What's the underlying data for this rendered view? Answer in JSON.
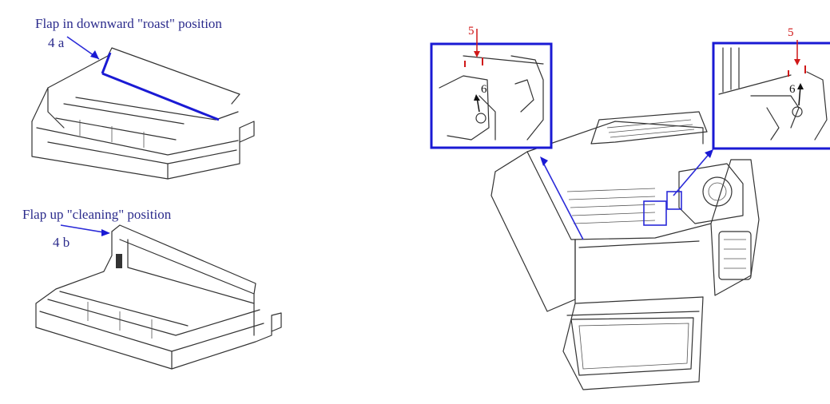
{
  "left": {
    "caption_roast": "Flap in downward \"roast\" position",
    "label_4a": "4 a",
    "caption_cleaning": "Flap up \"cleaning\" position",
    "label_4b": "4 b"
  },
  "right": {
    "left_inset": {
      "label_5": "5",
      "label_6": "6"
    },
    "right_inset": {
      "label_5": "5",
      "label_6": "6"
    }
  },
  "colors": {
    "caption_blue": "#2b2b8c",
    "highlight_blue": "#1a1ad4",
    "marker_red": "#d01818"
  }
}
